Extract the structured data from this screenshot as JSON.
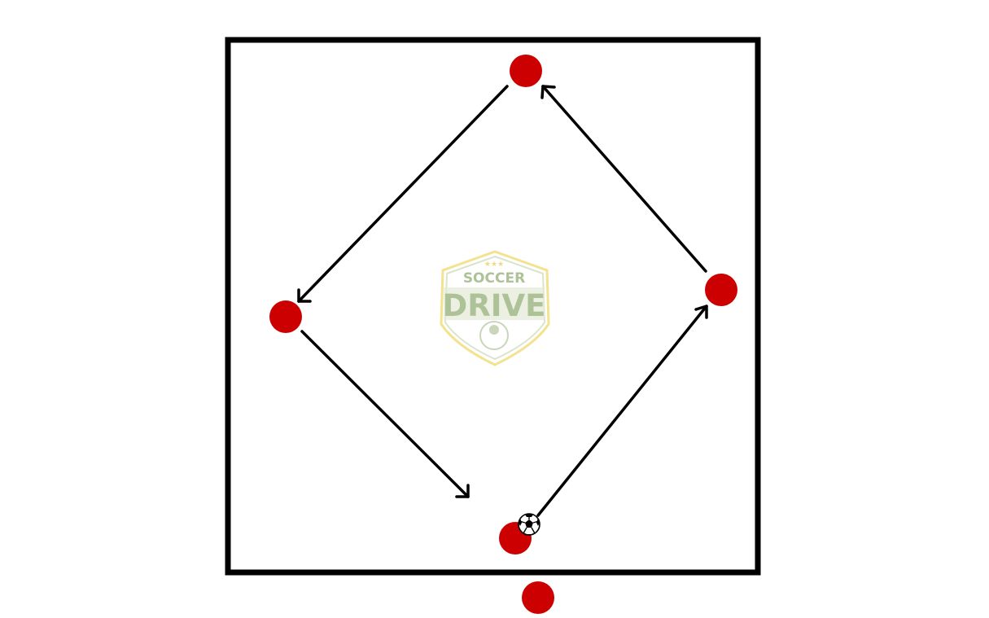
{
  "logo": {
    "line1": "SOCCER",
    "line2": "DRIVE",
    "stars": "★★★",
    "colors": {
      "shield_outline": "#f3e18a",
      "shield_inner": "#d9e3c9",
      "text": "#a9bf92"
    }
  },
  "colors": {
    "field_border": "#000000",
    "player": "#cc0000",
    "arrow": "#000000",
    "ball": "#000000"
  },
  "players": [
    {
      "role": "top"
    },
    {
      "role": "left"
    },
    {
      "role": "right"
    },
    {
      "role": "bottom-with-ball"
    },
    {
      "role": "outside-waiting"
    }
  ],
  "arrows": [
    {
      "from": "top",
      "to": "left"
    },
    {
      "from": "left",
      "to": "bottom"
    },
    {
      "from": "bottom",
      "to": "right"
    },
    {
      "from": "right",
      "to": "top"
    }
  ],
  "ball_icon": "soccer-ball-icon"
}
